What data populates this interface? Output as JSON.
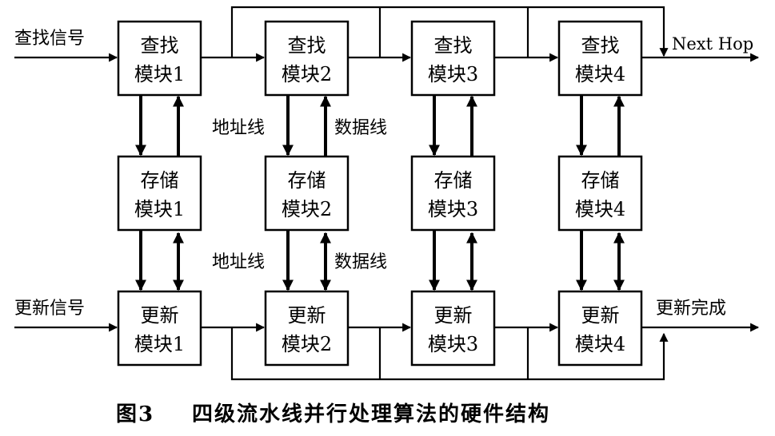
{
  "modules": {
    "lookup": [
      {
        "line1": "查找",
        "line2": "模块1"
      },
      {
        "line1": "查找",
        "line2": "模块2"
      },
      {
        "line1": "查找",
        "line2": "模块3"
      },
      {
        "line1": "查找",
        "line2": "模块4"
      }
    ],
    "storage": [
      {
        "line1": "存储",
        "line2": "模块1"
      },
      {
        "line1": "存储",
        "line2": "模块2"
      },
      {
        "line1": "存储",
        "line2": "模块3"
      },
      {
        "line1": "存储",
        "line2": "模块4"
      }
    ],
    "update": [
      {
        "line1": "更新",
        "line2": "模块1"
      },
      {
        "line1": "更新",
        "line2": "模块2"
      },
      {
        "line1": "更新",
        "line2": "模块3"
      },
      {
        "line1": "更新",
        "line2": "模块4"
      }
    ]
  },
  "signals": {
    "lookup_in": "查找信号",
    "lookup_out": "Next Hop",
    "update_in": "更新信号",
    "update_out": "更新完成",
    "address_line": "地址线",
    "data_line": "数据线"
  },
  "caption": {
    "figure": "图3",
    "title": "四级流水线并行处理算法的硬件结构"
  }
}
